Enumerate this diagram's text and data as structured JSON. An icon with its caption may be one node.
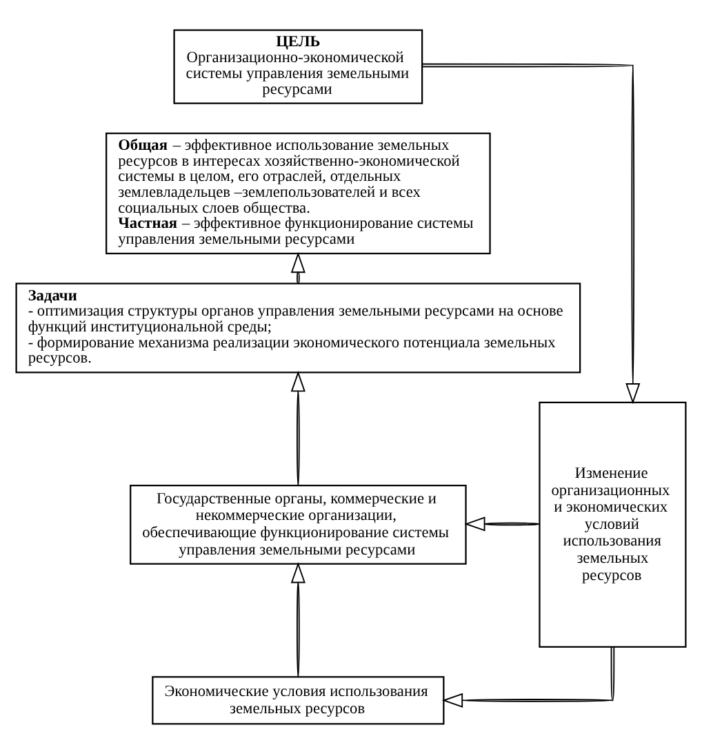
{
  "diagram": {
    "nodes": [
      {
        "text": [
          "ЦЕЛЬ",
          "Организационно-экономической системы управления земельными ресурсами"
        ]
      },
      {
        "text": [
          "**Общая** – эффективное использование земельных ресурсов в интересах хозяйственно-экономической системы в целом, его отраслей, отдельных землевладельцев –землепользователей и всех социальных слоев общества.",
          "**Частная** – эффективное функционирование системы управления земельными ресурсами"
        ]
      },
      {
        "text": [
          "Задачи",
          "- оптимизация структуры органов управления земельными ресурсами на основе функций институциональной среды;",
          "- формирование механизма реализации экономического потенциала земельных ресурсов."
        ]
      },
      {
        "text": [
          "Государственные органы, коммерческие и некоммерческие организации, обеспечивающие функционирование системы управления земельными ресурсами"
        ]
      },
      {
        "text": [
          "Экономические условия использования земельных ресурсов"
        ]
      },
      {
        "text": [
          "Изменение организационных и экономических условий использования земельных ресурсов"
        ]
      }
    ],
    "edges": [
      {
        "from": 0,
        "to": 5,
        "arrow": "to"
      },
      {
        "from": 2,
        "to": 1,
        "arrow": "to"
      },
      {
        "from": 3,
        "to": 2,
        "arrow": "to"
      },
      {
        "from": 4,
        "to": 3,
        "arrow": "to"
      },
      {
        "from": 5,
        "to": 3,
        "arrow": "to"
      },
      {
        "from": 5,
        "to": 4,
        "arrow": "to"
      }
    ]
  }
}
